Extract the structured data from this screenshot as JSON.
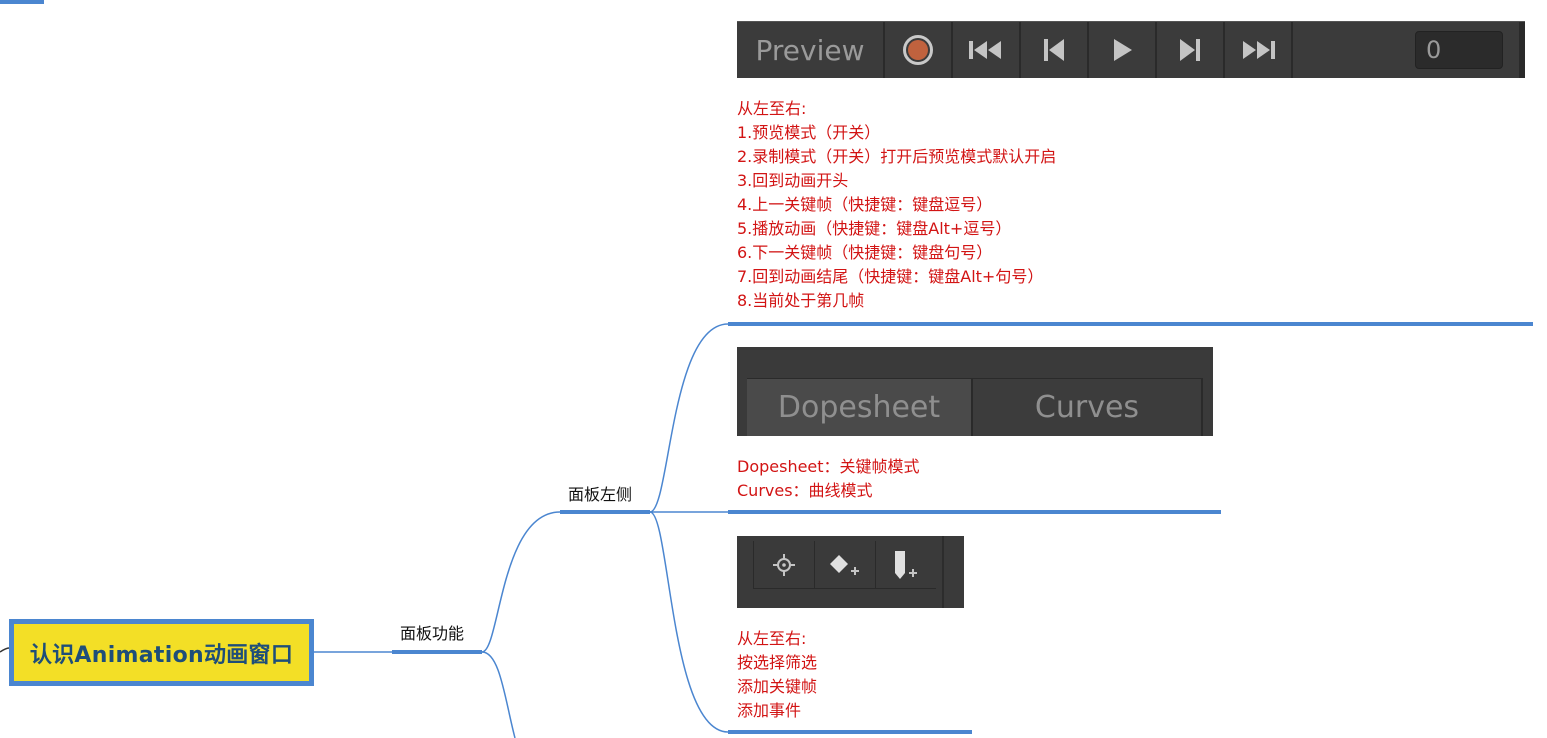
{
  "root": {
    "title": "认识Animation动画窗口"
  },
  "branches": {
    "panel_function": "面板功能",
    "panel_left": "面板左侧"
  },
  "toolbar": {
    "preview_label": "Preview",
    "frame_value": "0",
    "icons": [
      "record-icon",
      "first-frame-icon",
      "prev-keyframe-icon",
      "play-icon",
      "next-keyframe-icon",
      "last-frame-icon"
    ]
  },
  "toolbar_note": [
    "从左至右:",
    "1.预览模式（开关）",
    "2.录制模式（开关）打开后预览模式默认开启",
    "3.回到动画开头",
    "4.上一关键帧（快捷键：键盘逗号）",
    "5.播放动画（快捷键：键盘Alt+逗号）",
    "6.下一关键帧（快捷键：键盘句号）",
    "7.回到动画结尾（快捷键：键盘Alt+句号）",
    "8.当前处于第几帧"
  ],
  "tabs": {
    "dopesheet": "Dopesheet",
    "curves": "Curves"
  },
  "tabs_note": [
    "Dopesheet：关键帧模式",
    "Curves：曲线模式"
  ],
  "tools": {
    "icons": [
      "filter-by-selection-icon",
      "add-keyframe-icon",
      "add-event-icon"
    ]
  },
  "tools_note": [
    "从左至右:",
    "按选择筛选",
    "添加关键帧",
    "添加事件"
  ],
  "colors": {
    "root_fill": "#f3df26",
    "root_border": "#4b86d0",
    "root_text": "#1e4e79",
    "connector": "#4b86d0",
    "note_text": "#d21414",
    "panel_bg": "#3a3a3a"
  }
}
